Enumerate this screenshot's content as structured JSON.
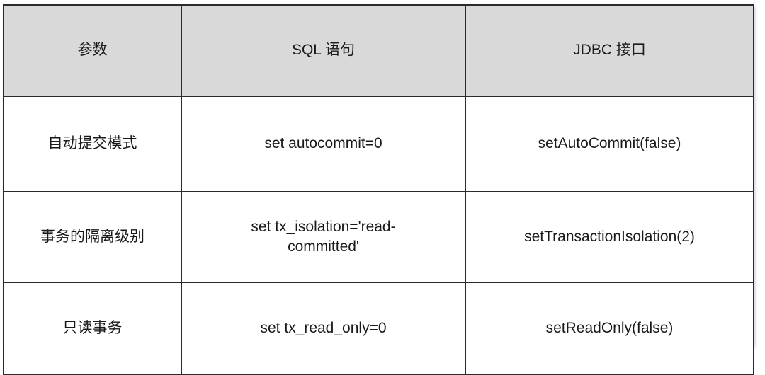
{
  "table": {
    "headers": [
      {
        "label": "参数"
      },
      {
        "label": "SQL 语句"
      },
      {
        "label": "JDBC 接口"
      }
    ],
    "rows": [
      {
        "param": "自动提交模式",
        "sql": "set autocommit=0",
        "jdbc": "setAutoCommit(false)"
      },
      {
        "param": "事务的隔离级别",
        "sql": "set tx_isolation='read-committed'",
        "jdbc": "setTransactionIsolation(2)"
      },
      {
        "param": "只读事务",
        "sql": "set tx_read_only=0",
        "jdbc": "setReadOnly(false)"
      }
    ]
  },
  "colors": {
    "header_background": "#d9d9d9",
    "body_background": "#ffffff",
    "border": "#2b2b2b",
    "text": "#1a1a1a"
  }
}
